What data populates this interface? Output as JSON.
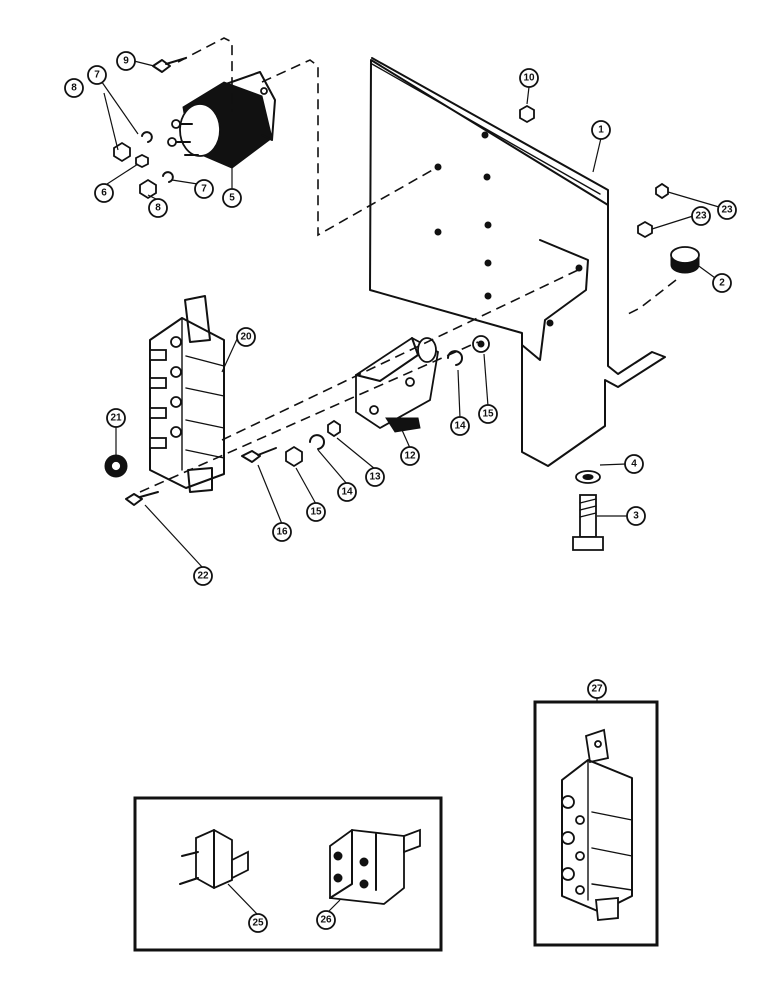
{
  "callouts": {
    "c1": "1",
    "c2": "2",
    "c3": "3",
    "c4": "4",
    "c5": "5",
    "c6": "6",
    "c7a": "7",
    "c7b": "7",
    "c8a": "8",
    "c8b": "8",
    "c9": "9",
    "c10": "10",
    "c12": "12",
    "c13": "13",
    "c14a": "14",
    "c14b": "14",
    "c15a": "15",
    "c15b": "15",
    "c16": "16",
    "c20": "20",
    "c21": "21",
    "c22": "22",
    "c23a": "23",
    "c23b": "23",
    "c25": "25",
    "c26": "26",
    "c27": "27"
  }
}
